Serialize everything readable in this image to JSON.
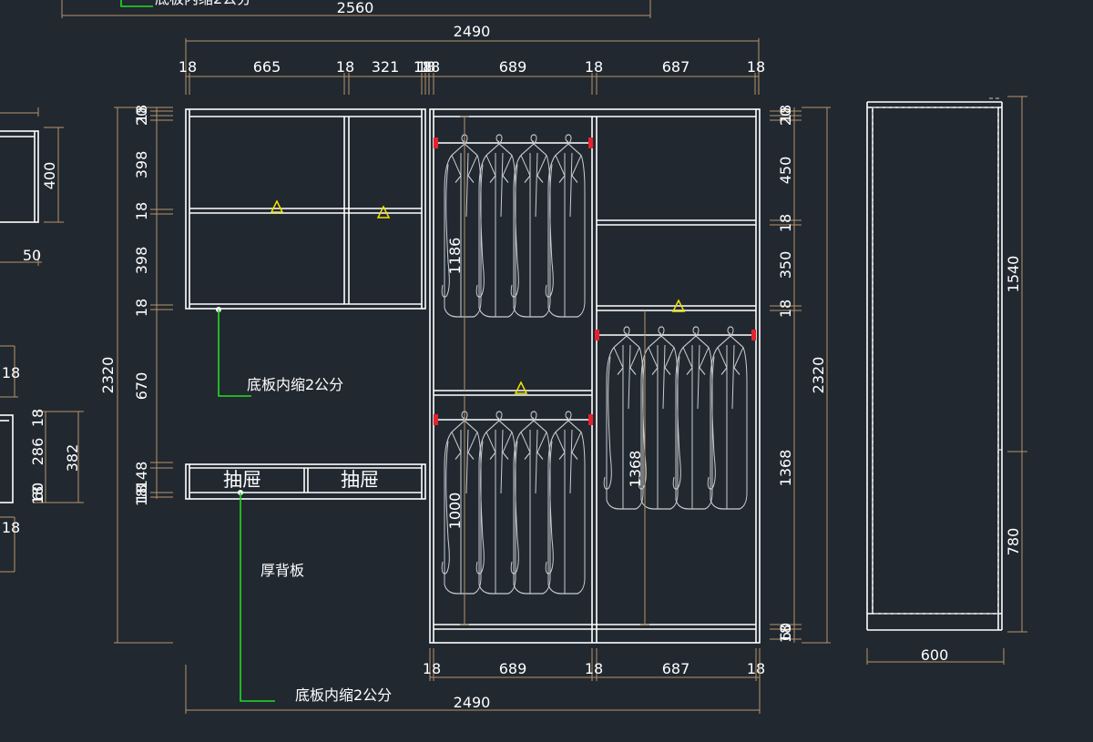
{
  "top_strip": {
    "partial_label": "底板内缩2公分",
    "width_2560": "2560"
  },
  "overall": {
    "width_top": "2490",
    "width_bottom": "2490",
    "height_left": "2320",
    "height_right": "2320"
  },
  "top_row_dims": [
    "18",
    "665",
    "18",
    "321",
    "18",
    "18",
    "18",
    "689",
    "18",
    "687",
    "18"
  ],
  "bottom_row_dims": [
    "18",
    "689",
    "18",
    "687",
    "18"
  ],
  "left_col_dims": [
    "18",
    "20",
    "398",
    "18",
    "398",
    "18",
    "670",
    "148",
    "18",
    "18"
  ],
  "hang_heights": [
    "1186",
    "1000",
    "1368"
  ],
  "right_col_dims": [
    "18",
    "20",
    "450",
    "18",
    "350",
    "18",
    "1368",
    "60",
    "18"
  ],
  "drawers": [
    "抽屉",
    "抽屉"
  ],
  "annotations": {
    "bottom_inset_1": "底板内缩2公分",
    "thick_back": "厚背板",
    "bottom_inset_2": "底板内缩2公分"
  },
  "side_view": {
    "depth": "600",
    "height_total": "1540",
    "height_lower": "780"
  },
  "left_fragments": {
    "height_400": "400",
    "width_50": "50",
    "t18_a": "18",
    "t18_b": "18",
    "h286": "286",
    "h382": "382",
    "t60": "60",
    "t18_c": "18",
    "t18_d": "18"
  },
  "colors": {
    "background": "#212830",
    "line": "#ffffff",
    "dimension": "#b7946a",
    "leader": "#22dd22",
    "marker": "#f1e400",
    "rod_end": "#e4222e"
  }
}
